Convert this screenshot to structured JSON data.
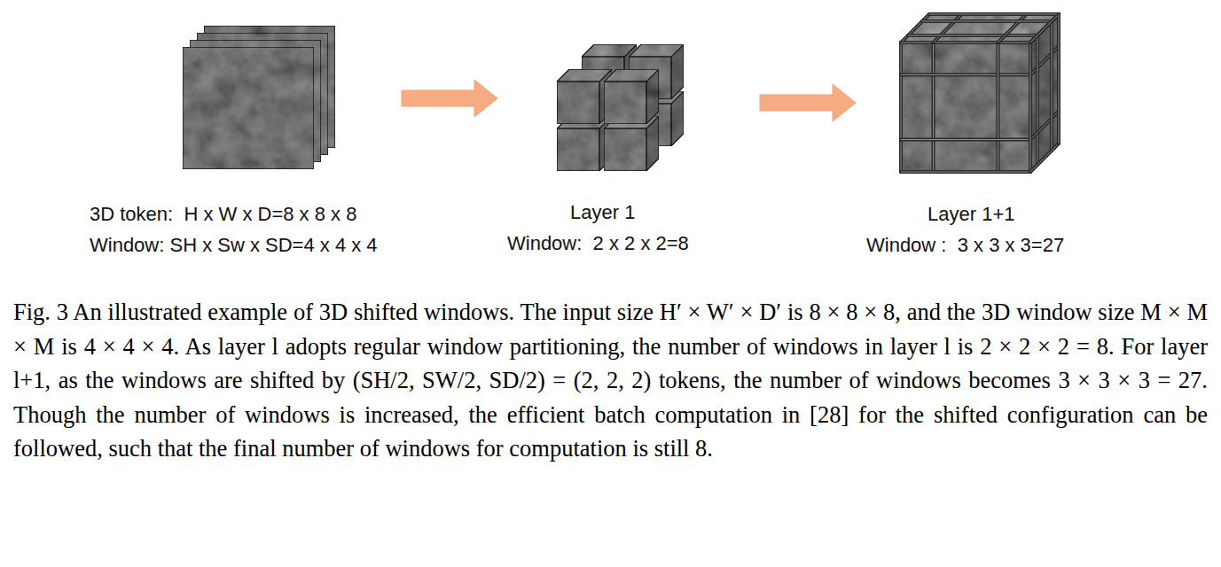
{
  "diagram": {
    "caption": "Fig. 3 An illustrated example of 3D shifted windows. The input size H′ × W′ × D′ is 8 × 8 × 8, and the 3D window size M × M × M is 4 × 4 × 4. As layer l adopts regular window partitioning, the number of windows in layer l is 2 × 2 × 2 = 8. For layer l+1, as the windows are shifted by (SH/2, SW/2, SD/2) = (2, 2, 2) tokens, the number of windows becomes 3 × 3 × 3 = 27. Though the number of windows is increased, the efficient batch computation in [28] for the shifted configuration can be followed, such that the final number of windows for computation is still 8.",
    "labels": [
      "3D token:  H x W x D=8 x 8 x 8",
      "Window: SH x Sw x SD=4 x 4 x 4",
      "Layer 1",
      "Window:  2 x 2 x 2=8",
      "Layer 1+1",
      "Window :  3 x 3 x 3=27"
    ]
  }
}
